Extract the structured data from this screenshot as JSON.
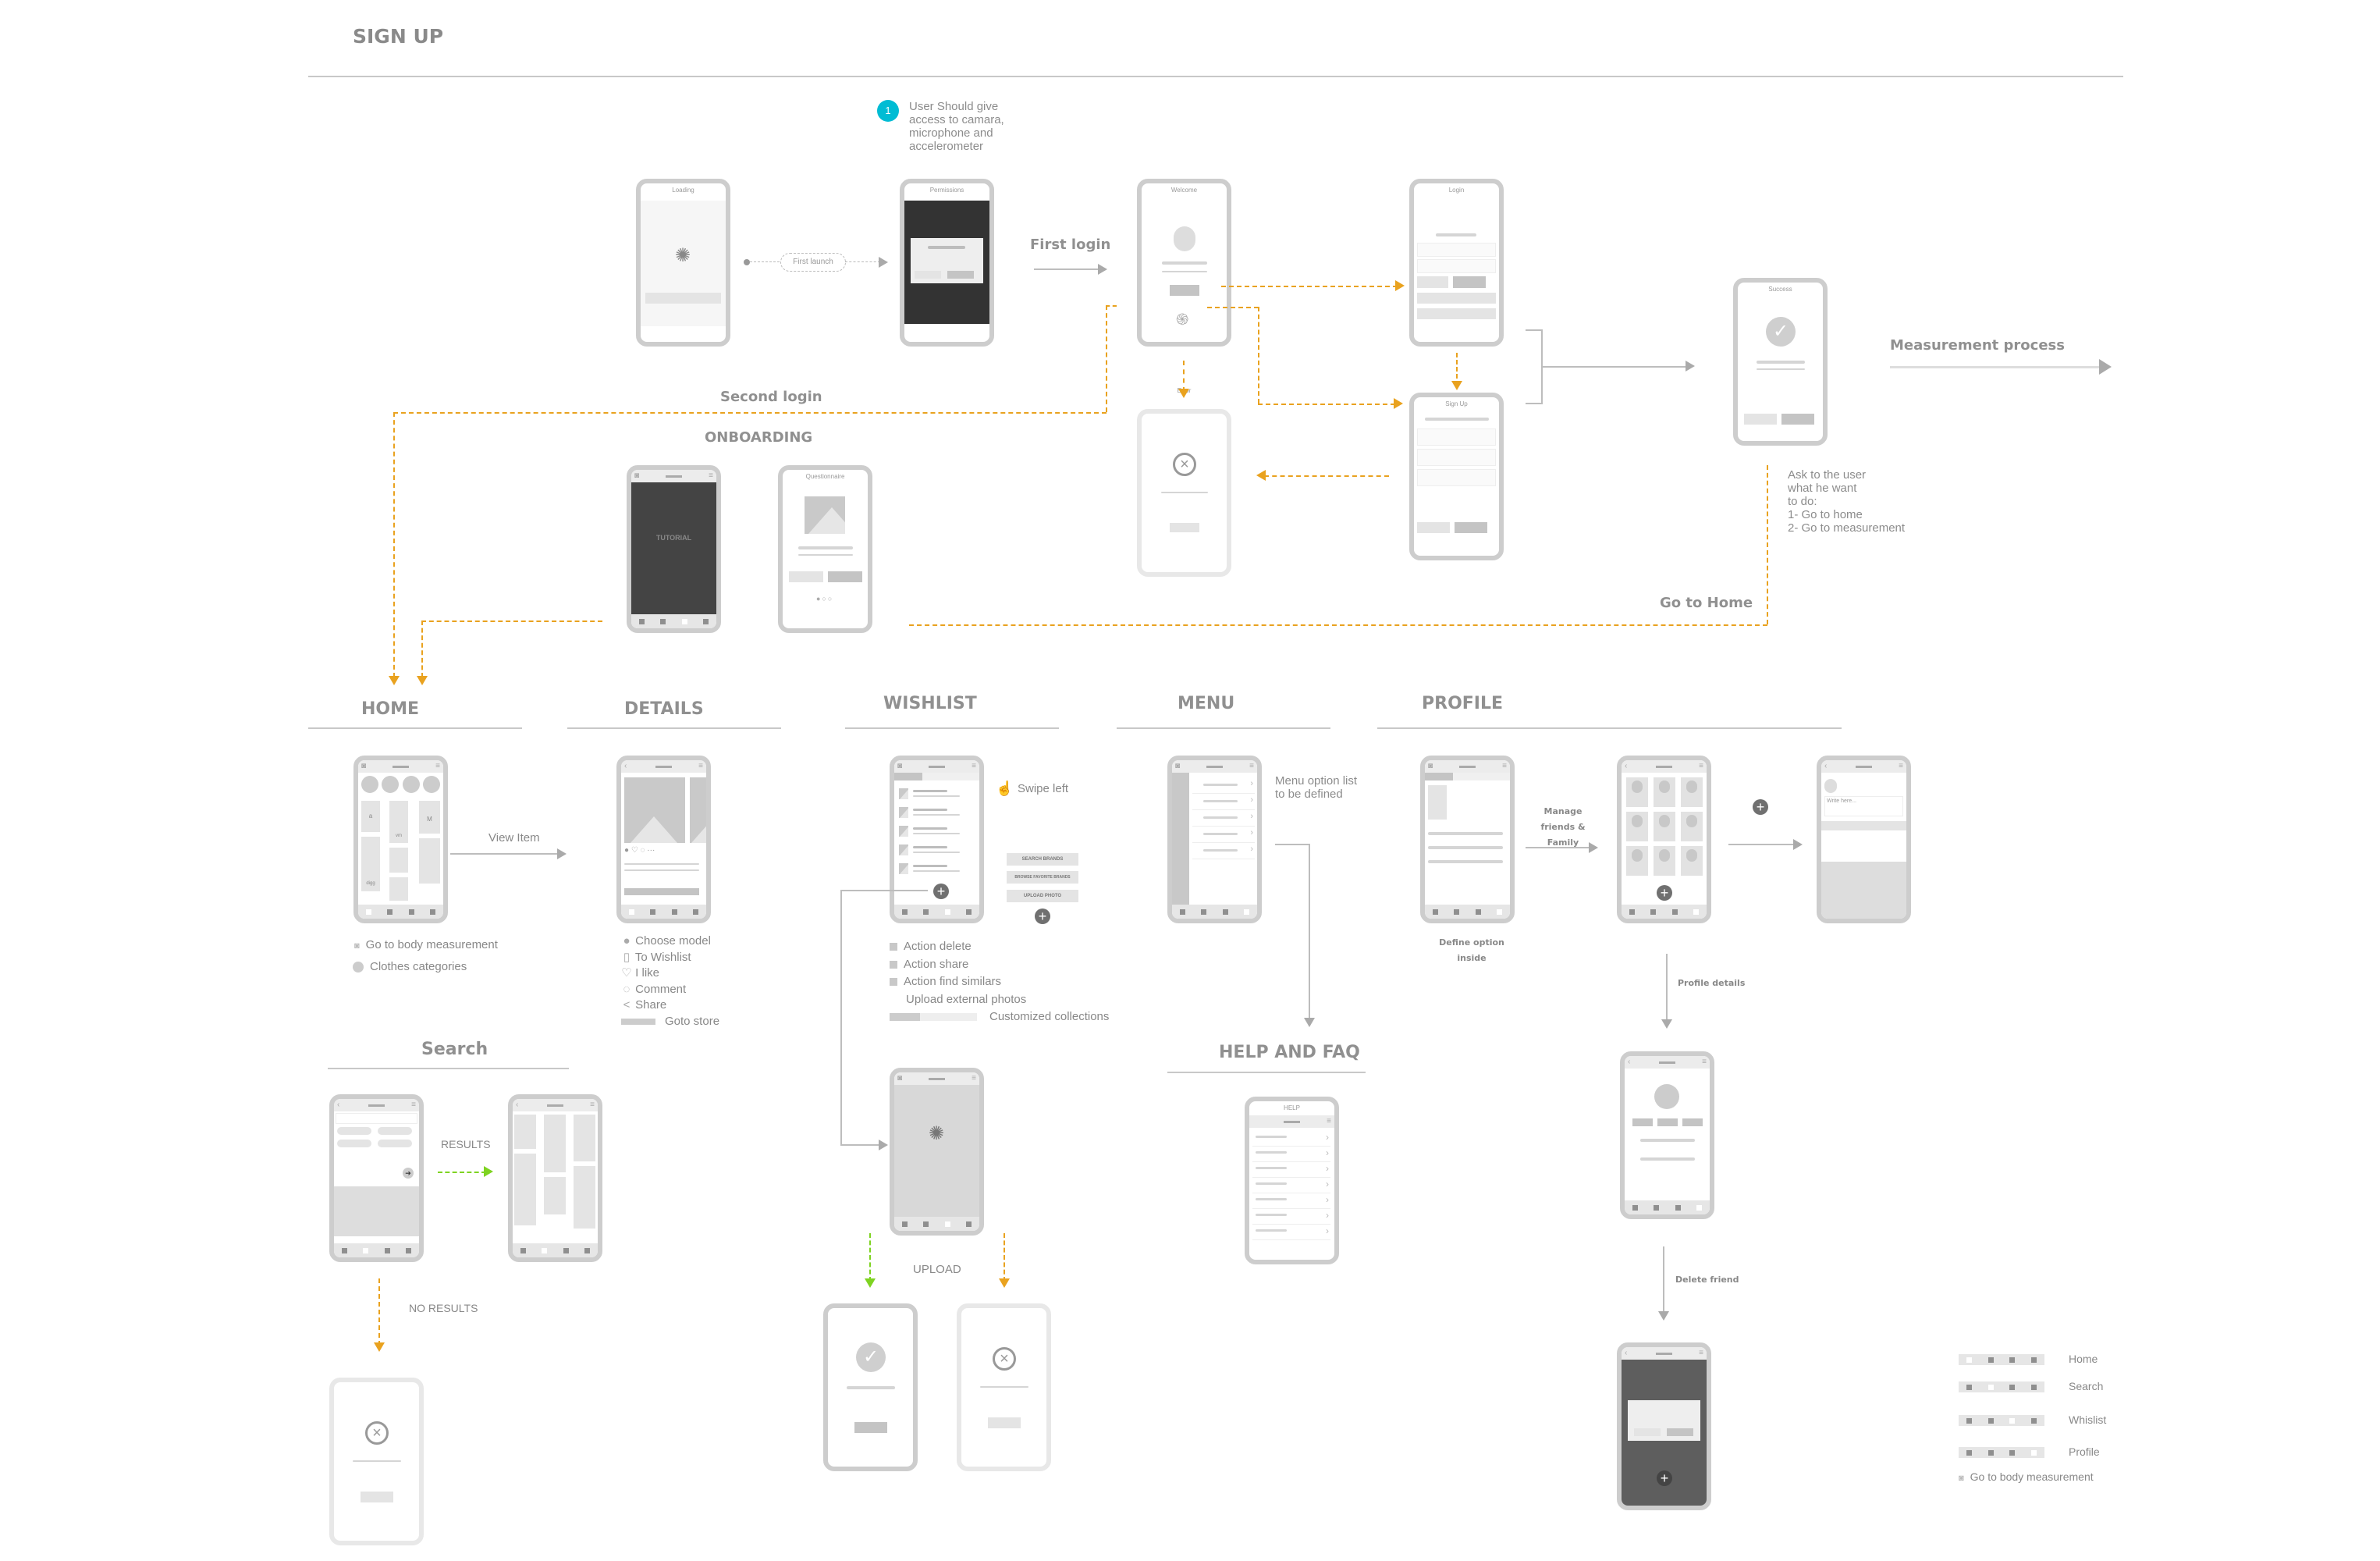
{
  "title": "SIGN UP",
  "note": {
    "number": "1",
    "text": "User Should give\naccess to camara,\nmicrophone and\naccelerometer"
  },
  "screens": {
    "loading": "Loading",
    "permissions": "Permissions",
    "welcome": "Welcome",
    "login": "Login",
    "error": "Error",
    "signup": "Sign Up",
    "success": "Success",
    "questionnaire": "Questionnaire",
    "tutorial": "TUTORIAL",
    "help": "HELP",
    "write_here": "Write here..."
  },
  "flow": {
    "first_launch": "First launch",
    "first_login": "First login",
    "second_login": "Second login",
    "onboarding": "ONBOARDING",
    "measurement_process": "Measurement process",
    "ask_user": "Ask to the user\nwhat he want\nto do:\n1- Go to home\n2- Go to measurement",
    "go_to_home": "Go to Home",
    "view_item": "View Item",
    "swipe_left": "Swipe left",
    "menu_note": "Menu option list\nto be defined",
    "define_option": "Define option inside",
    "manage_friends": "Manage\nfriends & Family",
    "profile_details": "Profile details",
    "delete_friend": "Delete friend",
    "results": "RESULTS",
    "no_results": "NO RESULTS",
    "upload": "UPLOAD"
  },
  "sections": {
    "home": "HOME",
    "details": "DETAILS",
    "wishlist": "WISHLIST",
    "menu": "MENU",
    "profile": "PROFILE",
    "search": "Search",
    "help_faq": "HELP AND FAQ"
  },
  "home_notes": [
    "Go to body measurement",
    "Clothes categories"
  ],
  "home_tiles": [
    "a",
    "vm",
    "M",
    "digg"
  ],
  "details_notes": [
    "Choose model",
    "To Wishlist",
    "I like",
    "Comment",
    "Share",
    "Goto store"
  ],
  "wishlist_buttons": [
    "SEARCH BRANDS",
    "BROWSE FAVORITE BRANDS",
    "UPLOAD PHOTO"
  ],
  "wishlist_actions": [
    "Action delete",
    "Action share",
    "Action find similars",
    "Upload external photos",
    "Customized collections"
  ],
  "legend": [
    {
      "label": "Home",
      "active": 0
    },
    {
      "label": "Search",
      "active": 1
    },
    {
      "label": "Whislist",
      "active": 2
    },
    {
      "label": "Profile",
      "active": 3
    }
  ],
  "legend_camera": "Go to body measurement",
  "colors": {
    "accent_orange": "#e9a21f",
    "accent_green": "#7ed321",
    "note_badge": "#00bcd4",
    "frame": "#cdcdcd"
  }
}
